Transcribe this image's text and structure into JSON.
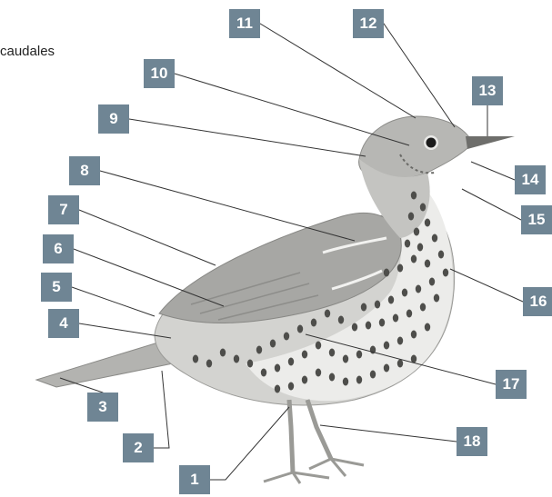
{
  "caption": "caudales",
  "labels": [
    "1",
    "2",
    "3",
    "4",
    "5",
    "6",
    "7",
    "8",
    "9",
    "10",
    "11",
    "12",
    "13",
    "14",
    "15",
    "16",
    "17",
    "18"
  ],
  "colors": {
    "label_box": "#6f8594",
    "label_text": "#ffffff",
    "leader_line": "#333333",
    "bird_body": "#c9c9c6",
    "bird_back": "#a7a7a4",
    "spots": "#4e4e4b",
    "breast": "#ececea"
  }
}
